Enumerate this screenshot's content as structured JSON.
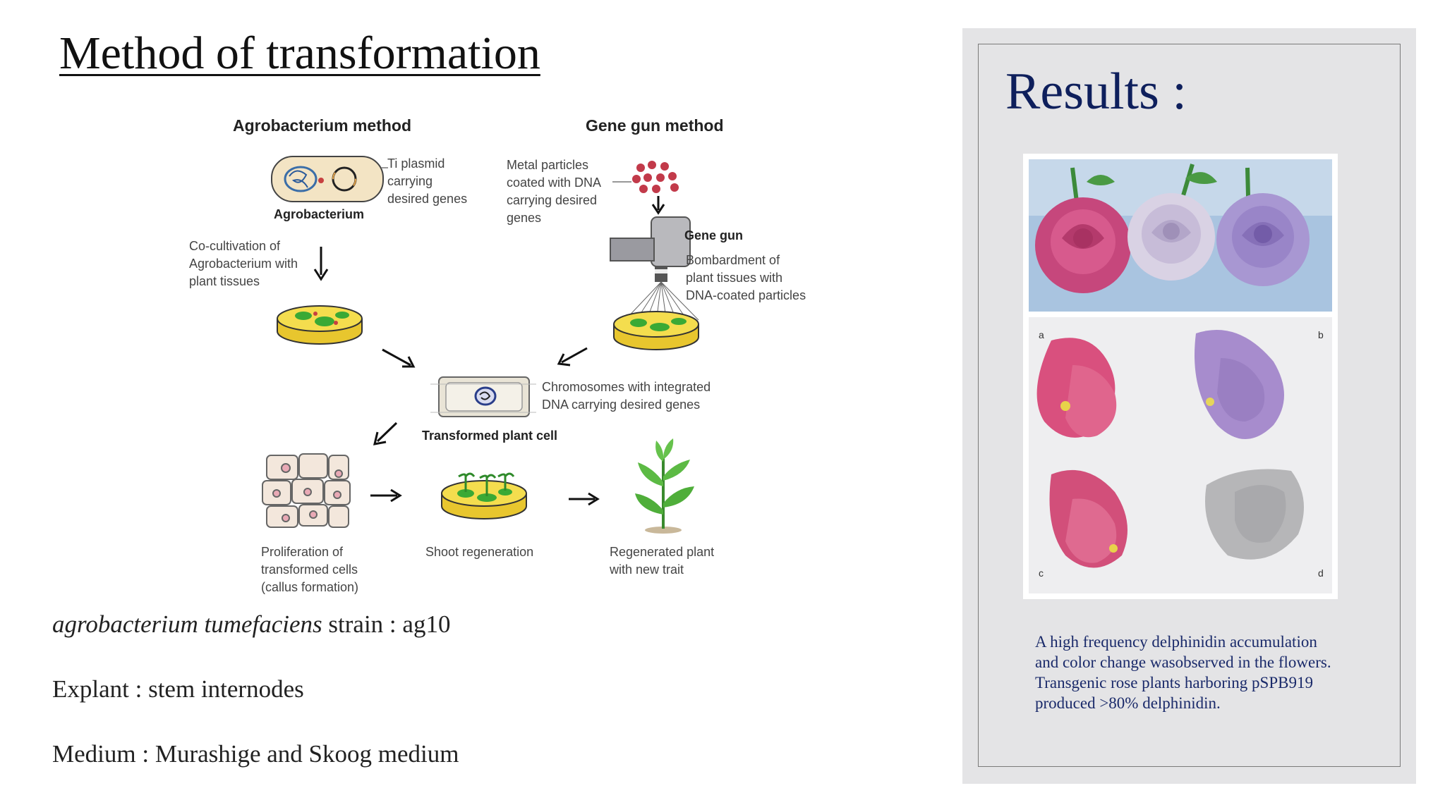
{
  "slide": {
    "title": "Method of  transformation",
    "strain_italic": "agrobacterium tumefaciens",
    "strain_rest": " strain : ag10",
    "explant": "Explant : stem internodes",
    "medium": "Medium : Murashige and Skoog medium"
  },
  "diagram": {
    "left_header": "Agrobacterium method",
    "right_header": "Gene gun method",
    "ti_plasmid": [
      "Ti plasmid",
      "carrying",
      "desired genes"
    ],
    "agrobacterium": "Agrobacterium",
    "cocultivation": [
      "Co-cultivation of",
      "Agrobacterium with",
      "plant tissues"
    ],
    "metal_particles": [
      "Metal particles",
      "coated with DNA",
      "carrying desired",
      "genes"
    ],
    "gene_gun": "Gene gun",
    "bombardment": [
      "Bombardment of",
      "plant tissues with",
      "DNA-coated particles"
    ],
    "chromosomes": [
      "Chromosomes with integrated",
      "DNA carrying desired genes"
    ],
    "transformed_cell": "Transformed plant cell",
    "proliferation": [
      "Proliferation of",
      "transformed cells",
      "(callus formation)"
    ],
    "shoot_regeneration": "Shoot regeneration",
    "regenerated_plant": [
      "Regenerated plant",
      "with new trait"
    ]
  },
  "results": {
    "title": "Results :",
    "petal_labels": [
      "a",
      "b",
      "c",
      "d"
    ],
    "caption": "A high frequency delphinidin accumulation and color change wasobserved in the flowers. Transgenic rose plants harboring pSPB919 produced >80% delphinidin."
  },
  "colors": {
    "results_title": "#0e1f5c",
    "panel_bg": "#e4e4e6",
    "agar_yellow": "#f2d43a",
    "colony_green": "#3aa935"
  }
}
